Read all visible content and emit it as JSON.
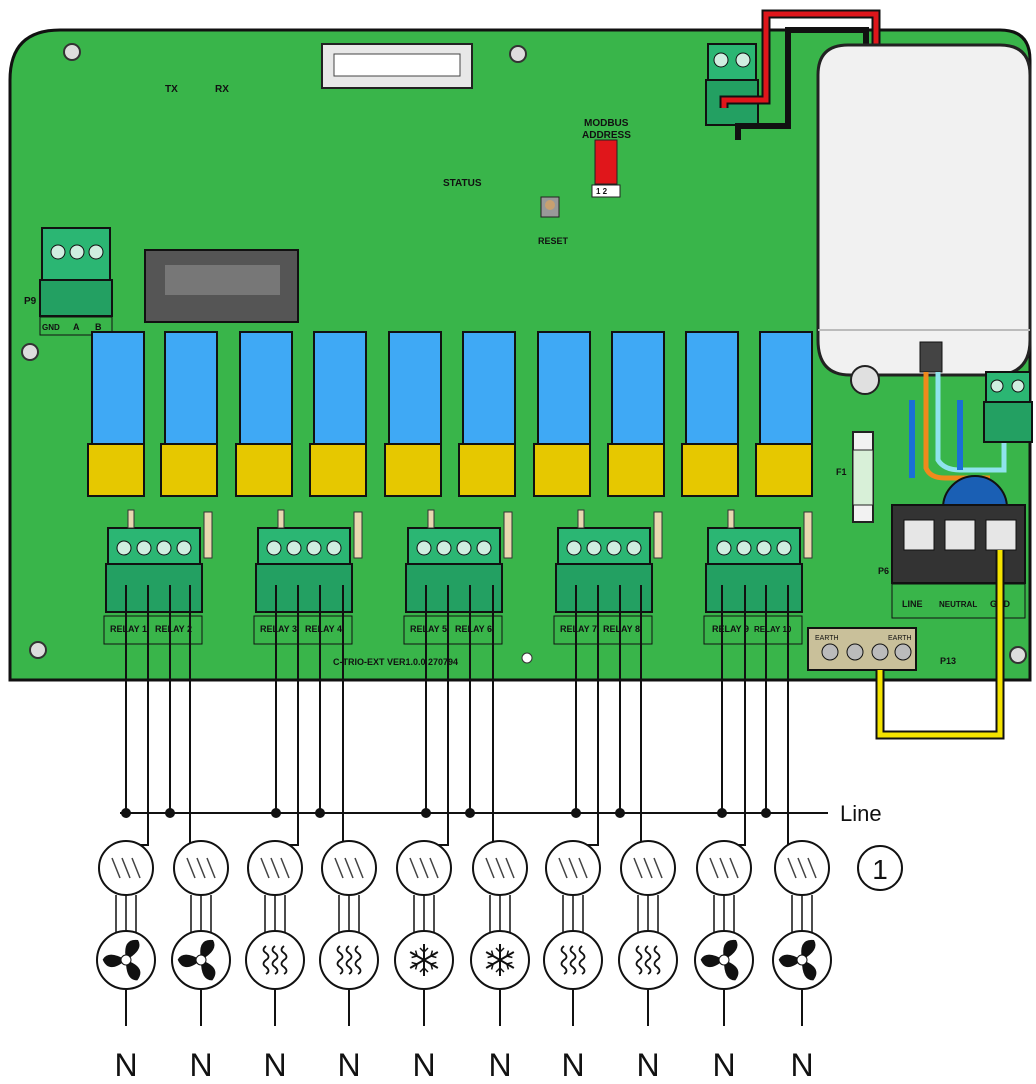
{
  "board": {
    "version_text": "C-TRIO-EXT VER1.0.0 270794",
    "tx_label": "TX",
    "rx_label": "RX",
    "status_label": "STATUS",
    "reset_label": "RESET",
    "modbus_label_1": "MODBUS",
    "modbus_label_2": "ADDRESS",
    "dip_label": "1 2",
    "p9_label": "P9",
    "p9_pins": [
      "GND",
      "A",
      "B"
    ],
    "fuse_label": "F1",
    "p6_label": "P6",
    "p6_pins": [
      "LINE",
      "NEUTRAL",
      "GND"
    ],
    "p13_label": "P13",
    "p13_text_left": "EARTH",
    "p13_text_right": "EARTH",
    "relay_labels": [
      [
        "RELAY 1",
        "RELAY 2"
      ],
      [
        "RELAY 3",
        "RELAY 4"
      ],
      [
        "RELAY 5",
        "RELAY 6"
      ],
      [
        "RELAY 7",
        "RELAY 8"
      ],
      [
        "RELAY 9",
        "RELAY 10"
      ]
    ]
  },
  "wiring": {
    "line_label": "Line",
    "callout": "1",
    "neutral_label": "N",
    "loads": [
      "fan",
      "fan",
      "heat",
      "heat",
      "snow",
      "snow",
      "heat",
      "heat",
      "fan",
      "fan"
    ]
  },
  "colors": {
    "board_green": "#39b54a",
    "relay_blue": "#3fa9f5",
    "relay_yellow": "#e6c800",
    "terminal_green": "#2bb673",
    "wire_red": "#e0161b",
    "wire_yellow": "#f5e400",
    "wire_orange": "#f08a1c",
    "wire_cyan": "#8fe3ec"
  }
}
